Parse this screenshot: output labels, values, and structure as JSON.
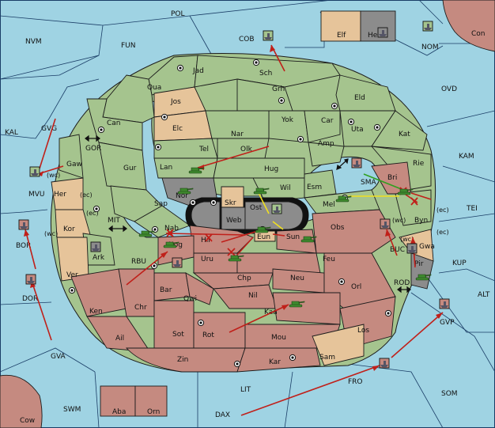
{
  "provinces": [
    {
      "id": "POL",
      "label": "POL",
      "kind": "sea"
    },
    {
      "id": "NVM",
      "label": "NVM",
      "kind": "sea"
    },
    {
      "id": "FUN",
      "label": "FUN",
      "kind": "sea"
    },
    {
      "id": "COB",
      "label": "COB",
      "kind": "sea"
    },
    {
      "id": "Elf",
      "label": "Elf",
      "kind": "tan"
    },
    {
      "id": "Hel",
      "label": "Hel",
      "kind": "grey"
    },
    {
      "id": "NOM",
      "label": "NOM",
      "kind": "sea"
    },
    {
      "id": "Con",
      "label": "Con",
      "kind": "red"
    },
    {
      "id": "OVD",
      "label": "OVD",
      "kind": "sea"
    },
    {
      "id": "KAL",
      "label": "KAL",
      "kind": "sea"
    },
    {
      "id": "GVG",
      "label": "GVG",
      "kind": "sea"
    },
    {
      "id": "GOR",
      "label": "GOR",
      "kind": "sea"
    },
    {
      "id": "KAM",
      "label": "KAM",
      "kind": "sea"
    },
    {
      "id": "TEI",
      "label": "TEI",
      "kind": "sea"
    },
    {
      "id": "MVU",
      "label": "MVU",
      "kind": "sea"
    },
    {
      "id": "MIT",
      "label": "MIT",
      "kind": "sea"
    },
    {
      "id": "BOR",
      "label": "BOR",
      "kind": "sea"
    },
    {
      "id": "DOR",
      "label": "DOR",
      "kind": "sea"
    },
    {
      "id": "RBU",
      "label": "RBU",
      "kind": "sea"
    },
    {
      "id": "BUC",
      "label": "BUC",
      "kind": "sea"
    },
    {
      "id": "KUP",
      "label": "KUP",
      "kind": "sea"
    },
    {
      "id": "ROD",
      "label": "ROD",
      "kind": "sea"
    },
    {
      "id": "ALT",
      "label": "ALT",
      "kind": "sea"
    },
    {
      "id": "GVP",
      "label": "GVP",
      "kind": "sea"
    },
    {
      "id": "GVA",
      "label": "GVA",
      "kind": "sea"
    },
    {
      "id": "FRO",
      "label": "FRO",
      "kind": "sea"
    },
    {
      "id": "SOM",
      "label": "SOM",
      "kind": "sea"
    },
    {
      "id": "LIT",
      "label": "LIT",
      "kind": "sea"
    },
    {
      "id": "SWM",
      "label": "SWM",
      "kind": "sea"
    },
    {
      "id": "DAX",
      "label": "DAX",
      "kind": "sea"
    },
    {
      "id": "Aba",
      "label": "Aba",
      "kind": "red"
    },
    {
      "id": "Orn",
      "label": "Orn",
      "kind": "red"
    },
    {
      "id": "Cow",
      "label": "Cow",
      "kind": "red"
    },
    {
      "id": "SMA",
      "label": "SMA",
      "kind": "sea"
    },
    {
      "id": "Jad",
      "label": "Jad",
      "kind": "green"
    },
    {
      "id": "Sch",
      "label": "Sch",
      "kind": "green"
    },
    {
      "id": "Qua",
      "label": "Qua",
      "kind": "green"
    },
    {
      "id": "Jos",
      "label": "Jos",
      "kind": "tan"
    },
    {
      "id": "Grh",
      "label": "Grh",
      "kind": "green"
    },
    {
      "id": "Eld",
      "label": "Eld",
      "kind": "green"
    },
    {
      "id": "Can",
      "label": "Can",
      "kind": "green"
    },
    {
      "id": "Elc",
      "label": "Elc",
      "kind": "tan"
    },
    {
      "id": "Yok",
      "label": "Yok",
      "kind": "green"
    },
    {
      "id": "Car",
      "label": "Car",
      "kind": "green"
    },
    {
      "id": "Uta",
      "label": "Uta",
      "kind": "green"
    },
    {
      "id": "Kat",
      "label": "Kat",
      "kind": "green"
    },
    {
      "id": "Nar",
      "label": "Nar",
      "kind": "green"
    },
    {
      "id": "Tel",
      "label": "Tel",
      "kind": "green"
    },
    {
      "id": "Olk",
      "label": "Olk",
      "kind": "green"
    },
    {
      "id": "Amp",
      "label": "Amp",
      "kind": "green"
    },
    {
      "id": "Gaw",
      "label": "Gaw",
      "kind": "green"
    },
    {
      "id": "Gur",
      "label": "Gur",
      "kind": "green"
    },
    {
      "id": "Lan",
      "label": "Lan",
      "kind": "green"
    },
    {
      "id": "Hug",
      "label": "Hug",
      "kind": "green"
    },
    {
      "id": "Rie",
      "label": "Rie",
      "kind": "green"
    },
    {
      "id": "Bri",
      "label": "Bri",
      "kind": "red"
    },
    {
      "id": "Her",
      "label": "Her",
      "kind": "tan"
    },
    {
      "id": "Nor",
      "label": "Nor",
      "kind": "grey"
    },
    {
      "id": "Skr",
      "label": "Skr",
      "kind": "tan"
    },
    {
      "id": "Wil",
      "label": "Wil",
      "kind": "green"
    },
    {
      "id": "Esm",
      "label": "Esm",
      "kind": "green"
    },
    {
      "id": "Sap",
      "label": "Sap",
      "kind": "green"
    },
    {
      "id": "Web",
      "label": "Web",
      "kind": "grey"
    },
    {
      "id": "Ost",
      "label": "Ost",
      "kind": "grey"
    },
    {
      "id": "Mel",
      "label": "Mel",
      "kind": "green"
    },
    {
      "id": "Byn",
      "label": "Byn",
      "kind": "green"
    },
    {
      "id": "Kor",
      "label": "Kor",
      "kind": "tan"
    },
    {
      "id": "Nab",
      "label": "Nab",
      "kind": "green"
    },
    {
      "id": "Obs",
      "label": "Obs",
      "kind": "red"
    },
    {
      "id": "Hil",
      "label": "Hil",
      "kind": "red"
    },
    {
      "id": "Eun",
      "label": "Eun",
      "kind": "tan"
    },
    {
      "id": "Sun",
      "label": "Sun",
      "kind": "red"
    },
    {
      "id": "Gwa",
      "label": "Gwa",
      "kind": "tan"
    },
    {
      "id": "Ark",
      "label": "Ark",
      "kind": "green"
    },
    {
      "id": "Nog",
      "label": "Nog",
      "kind": "red"
    },
    {
      "id": "Uru",
      "label": "Uru",
      "kind": "red"
    },
    {
      "id": "Feu",
      "label": "Feu",
      "kind": "red"
    },
    {
      "id": "Pir",
      "label": "Pir",
      "kind": "grey"
    },
    {
      "id": "Ver",
      "label": "Ver",
      "kind": "tan"
    },
    {
      "id": "Chp",
      "label": "Chp",
      "kind": "red"
    },
    {
      "id": "Neu",
      "label": "Neu",
      "kind": "red"
    },
    {
      "id": "Orl",
      "label": "Orl",
      "kind": "red"
    },
    {
      "id": "Bar",
      "label": "Bar",
      "kind": "red"
    },
    {
      "id": "Qwi",
      "label": "Qwi",
      "kind": "red"
    },
    {
      "id": "Nil",
      "label": "Nil",
      "kind": "red"
    },
    {
      "id": "Ken",
      "label": "Ken",
      "kind": "red"
    },
    {
      "id": "Chr",
      "label": "Chr",
      "kind": "red"
    },
    {
      "id": "Kaa",
      "label": "Kaa",
      "kind": "red"
    },
    {
      "id": "Los",
      "label": "Los",
      "kind": "red"
    },
    {
      "id": "Ail",
      "label": "Ail",
      "kind": "red"
    },
    {
      "id": "Sot",
      "label": "Sot",
      "kind": "red"
    },
    {
      "id": "Rot",
      "label": "Rot",
      "kind": "red"
    },
    {
      "id": "Mou",
      "label": "Mou",
      "kind": "red"
    },
    {
      "id": "Sam",
      "label": "Sam",
      "kind": "tan"
    },
    {
      "id": "Zin",
      "label": "Zin",
      "kind": "red"
    },
    {
      "id": "Kar",
      "label": "Kar",
      "kind": "red"
    }
  ],
  "coast_markers": {
    "wc": "(wc)",
    "ec": "(ec)"
  },
  "colors": {
    "sea": "#9fd3e3",
    "green_power": "#a5c48e",
    "tan_power": "#e6c49a",
    "red_power": "#c58a80",
    "grey_power": "#8c8c8c",
    "order_arrow": "#c0201a",
    "support_yellow": "#f0e020",
    "support_green": "#30a020"
  },
  "icons": {
    "army": "tank-icon",
    "fleet": "ship-icon",
    "supply_center": "supply-center-icon",
    "two_way_link": "double-arrow-icon",
    "failed_order": "x-mark-icon"
  }
}
